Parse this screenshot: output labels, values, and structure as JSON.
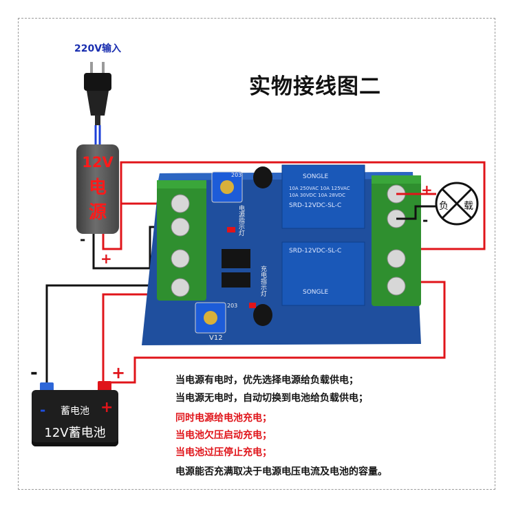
{
  "title": "实物接线图二",
  "power_input_label": "220V输入",
  "adapter": {
    "line1": "12V",
    "line2": "电",
    "line3": "源"
  },
  "adapter_polarity": {
    "minus": "-",
    "plus": "+"
  },
  "battery": {
    "label": "蓄电池",
    "big_label": "12V蓄电池",
    "minus": "-",
    "plus": "+"
  },
  "battery_terminals": {
    "minus": "-",
    "plus": "+"
  },
  "load": {
    "left": "负",
    "right": "载"
  },
  "load_polarity": {
    "plus": "+",
    "minus": "-"
  },
  "board": {
    "relay_text": [
      "SONGLE",
      "10A 250VAC 10A 125VAC",
      "10A 30VDC 10A 28VDC",
      "SRD-12VDC-SL-C"
    ],
    "silk_power": "电源指示灯",
    "silk_battery": "充电指示灯",
    "pot_label": "203",
    "version": "V12"
  },
  "descriptions": [
    {
      "text": "当电源有电时，优先选择电源给负载供电；",
      "color": "black"
    },
    {
      "text": "当电源无电时，自动切换到电池给负载供电；",
      "color": "black"
    },
    {
      "text": "同时电源给电池充电；",
      "color": "red"
    },
    {
      "text": "当电池欠压启动充电；",
      "color": "red"
    },
    {
      "text": "当电池过压停止充电；",
      "color": "red"
    },
    {
      "text": "电源能否充满取决于电源电压电流及电池的容量。",
      "color": "black"
    }
  ],
  "colors": {
    "wire_red": "#e0141a",
    "wire_black": "#111111",
    "board": "#1f4f9e",
    "terminal": "#2f8f2f",
    "relay": "#1a58b8"
  }
}
